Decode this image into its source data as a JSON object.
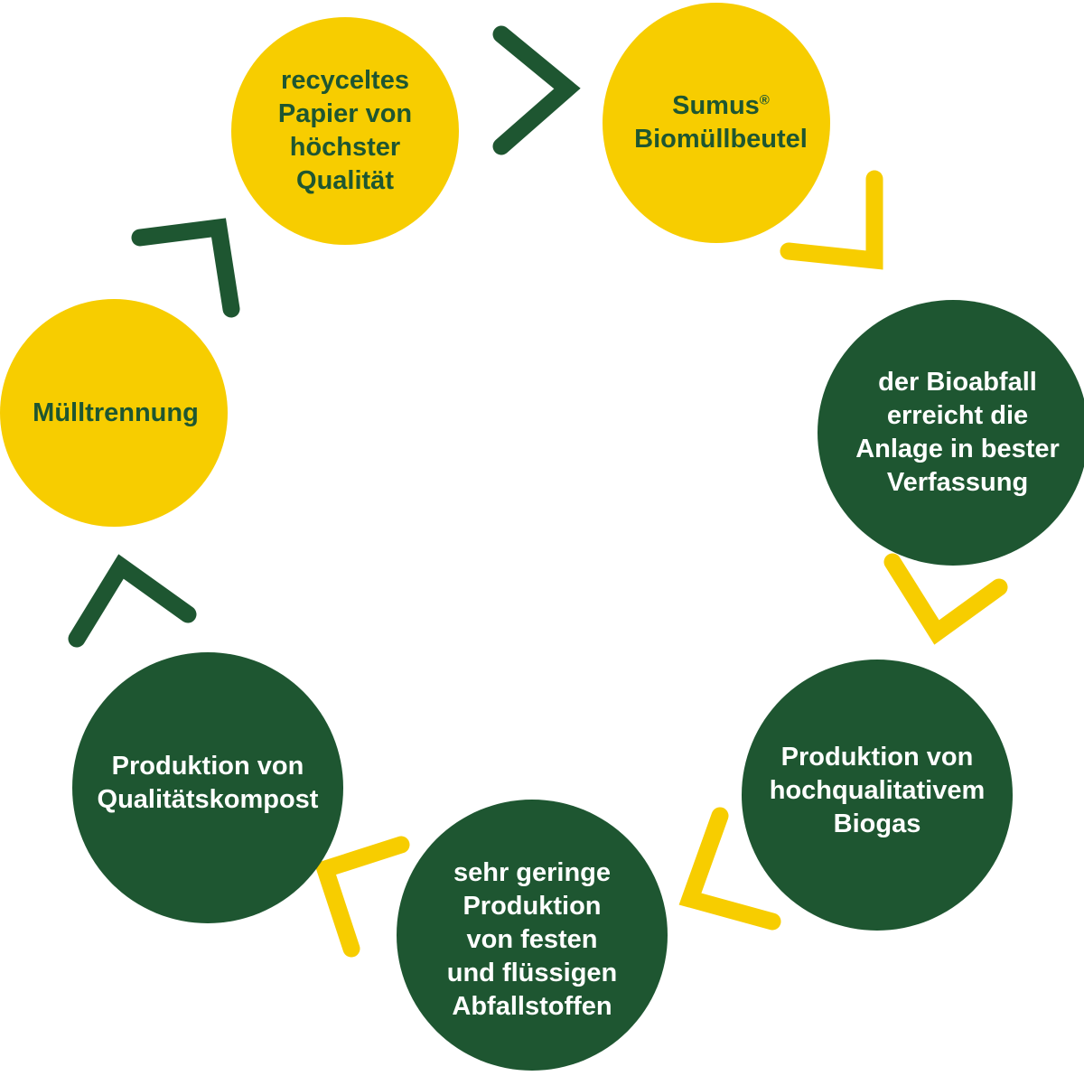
{
  "diagram": {
    "nodes": [
      {
        "id": "n1",
        "label": "recyceltes\nPapier von\nhöchster\nQualität",
        "fill": "#f7cd00",
        "text_color": "#1e5631"
      },
      {
        "id": "n2",
        "label": "Sumus",
        "label_mark": "®",
        "label_line2": "Biomüllbeutel",
        "fill": "#f7cd00",
        "text_color": "#1e5631"
      },
      {
        "id": "n3",
        "label": "der Bioabfall\nerreicht die\nAnlage in bester\nVerfassung",
        "fill": "#1e5631",
        "text_color": "#ffffff"
      },
      {
        "id": "n4",
        "label": "Produktion von\nhochqualitativem\nBiogas",
        "fill": "#1e5631",
        "text_color": "#ffffff"
      },
      {
        "id": "n5",
        "label": "sehr geringe\nProduktion\nvon festen\nund flüssigen\nAbfallstoffen",
        "fill": "#1e5631",
        "text_color": "#ffffff"
      },
      {
        "id": "n6",
        "label": "Produktion von\nQualitätskompost",
        "fill": "#1e5631",
        "text_color": "#ffffff"
      },
      {
        "id": "n7",
        "label": "Mülltrennung",
        "fill": "#f7cd00",
        "text_color": "#1e5631"
      }
    ],
    "flow": [
      {
        "from": "n7",
        "to": "n1",
        "arrow_color": "#1e5631"
      },
      {
        "from": "n1",
        "to": "n2",
        "arrow_color": "#1e5631"
      },
      {
        "from": "n2",
        "to": "n3",
        "arrow_color": "#f7cd00"
      },
      {
        "from": "n3",
        "to": "n4",
        "arrow_color": "#f7cd00"
      },
      {
        "from": "n4",
        "to": "n5",
        "arrow_color": "#f7cd00"
      },
      {
        "from": "n5",
        "to": "n6",
        "arrow_color": "#f7cd00"
      },
      {
        "from": "n6",
        "to": "n7",
        "arrow_color": "#1e5631"
      }
    ]
  }
}
